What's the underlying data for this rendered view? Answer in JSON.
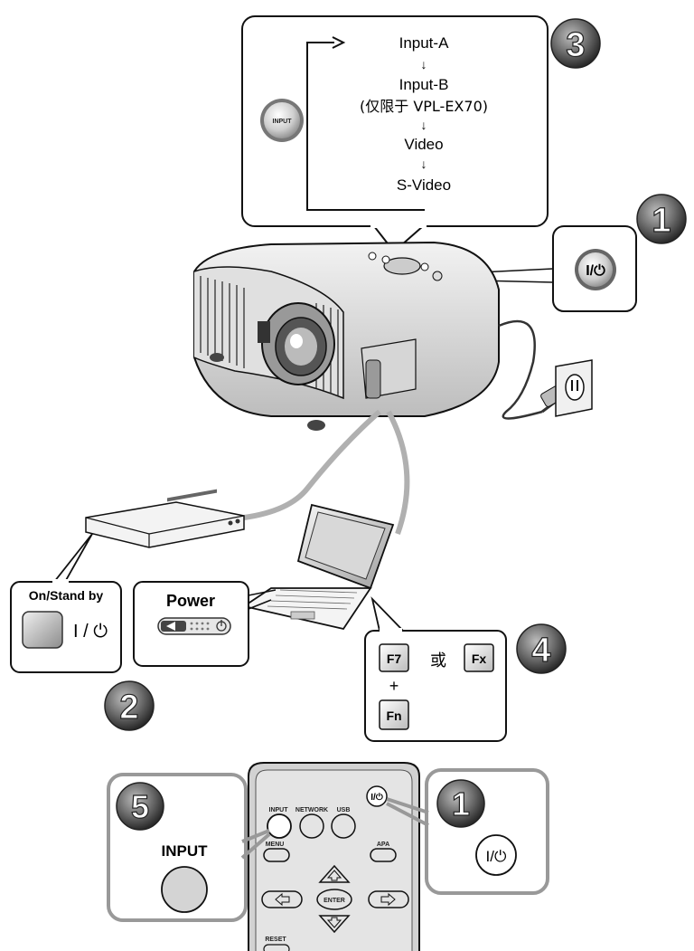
{
  "step_badges": {
    "input_select": "3",
    "power_projector": "1",
    "power_devices": "2",
    "laptop_output": "4",
    "remote_input": "5",
    "remote_power": "1"
  },
  "input_sequence": {
    "items": [
      "Input-A",
      "Input-B",
      "(仅限于 VPL-EX70)",
      "Video",
      "S-Video"
    ],
    "button_label": "INPUT"
  },
  "projector_power": {
    "symbol": "I/⏻"
  },
  "dvd_player": {
    "label": "On/Stand by",
    "symbol": "I / ⏻"
  },
  "laptop_power": {
    "label": "Power"
  },
  "laptop_keys": {
    "key1": "F7",
    "or_text": "或",
    "key2": "Fx",
    "plus": "+",
    "key3": "Fn"
  },
  "remote": {
    "buttons": [
      "INPUT",
      "NETWORK",
      "USB",
      "MENU",
      "APA",
      "ENTER",
      "RESET"
    ],
    "input_callout": "INPUT",
    "power_symbol": "I/⏻",
    "small_power": "I/⏻"
  },
  "colors": {
    "callout_border": "#999999",
    "badge_dark": "#3c3c3c",
    "line": "#111111"
  }
}
